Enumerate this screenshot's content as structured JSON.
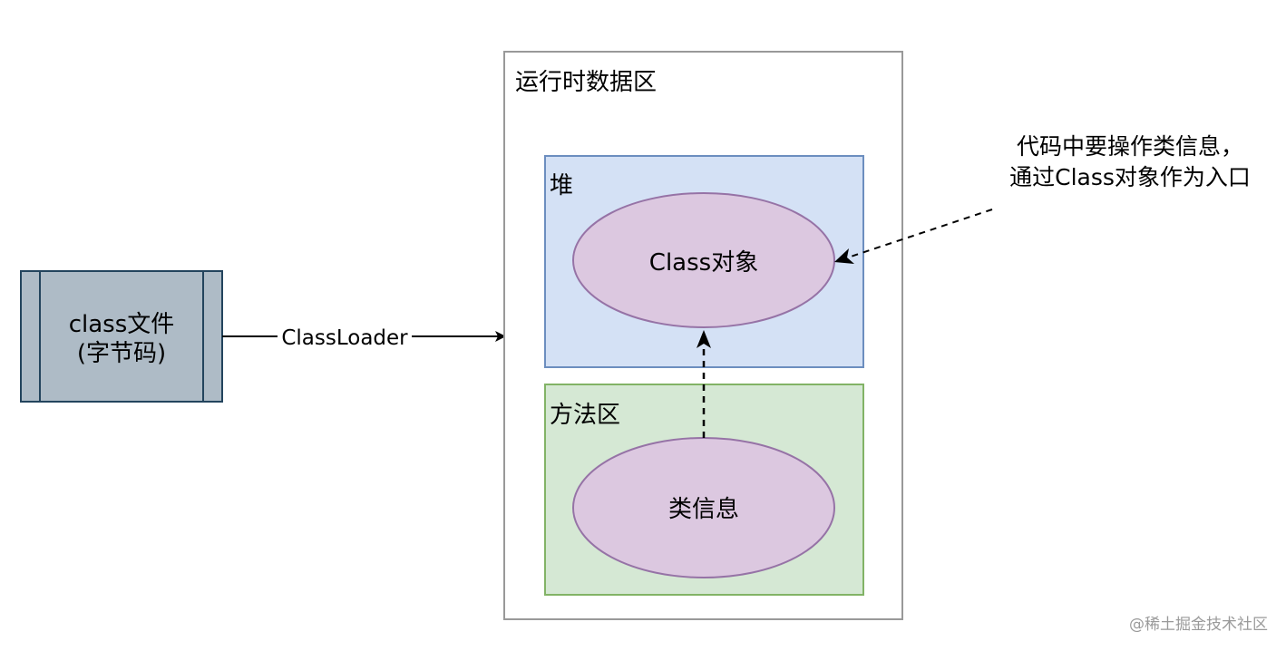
{
  "nodes": {
    "class_file": {
      "line1": "class文件",
      "line2": "(字节码)"
    },
    "runtime_area": {
      "label": "运行时数据区"
    },
    "heap": {
      "label": "堆"
    },
    "method_area": {
      "label": "方法区"
    },
    "class_object": {
      "label": "Class对象"
    },
    "class_info": {
      "label": "类信息"
    }
  },
  "edges": {
    "classloader": {
      "label": "ClassLoader"
    }
  },
  "annotation": {
    "line1": "代码中要操作类信息，",
    "line2": "通过Class对象作为入口"
  },
  "watermark": "@稀土掘金技术社区",
  "colors": {
    "class_file_fill": "#aebbc6",
    "class_file_stroke": "#23445d",
    "heap_fill": "#d4e1f5",
    "heap_stroke": "#6c8ebf",
    "method_fill": "#d5e8d4",
    "method_stroke": "#82b366",
    "ellipse_fill": "#dcc8e0",
    "ellipse_stroke": "#9673a6",
    "container_stroke": "#999999"
  }
}
